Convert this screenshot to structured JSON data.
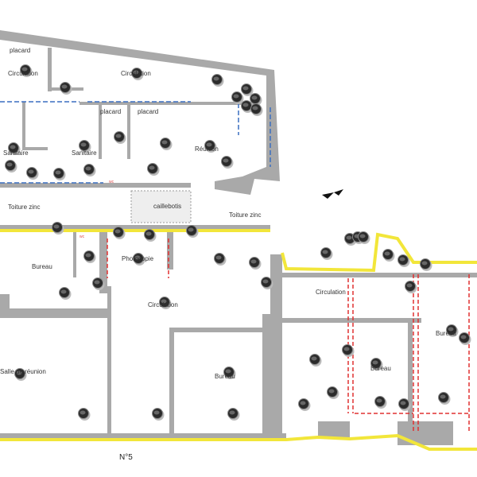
{
  "plan": {
    "rooms": {
      "placard_top": "placard",
      "placard_1": "placard",
      "placard_2": "placard",
      "circulation_1": "Circulation",
      "circulation_2": "Circulation",
      "circulation_3": "Circulation",
      "circulation_4": "Circulation",
      "sanitaire_1": "Sanitaire",
      "sanitaire_2": "Sanitaire",
      "reunion_top": "Réunion",
      "toiture_left": "Toiture zinc",
      "toiture_right": "Toiture zinc",
      "caillebotis": "caillebotis",
      "photocopie": "Photocopie",
      "salle_reunion": "Salle de réunion",
      "bureau_1": "Bureau",
      "bureau_2": "Bureau",
      "bureau_3": "Bureau",
      "wc_1": "wc",
      "wc_2": "wc",
      "bureau_left": "Bureau"
    },
    "street_number": "N°5",
    "colors": {
      "wall": "#a9a9a9",
      "facade": "#f2e63a",
      "dim": "#e05050",
      "blue": "#3a6fc0",
      "camera": "#2b2b2b"
    }
  }
}
